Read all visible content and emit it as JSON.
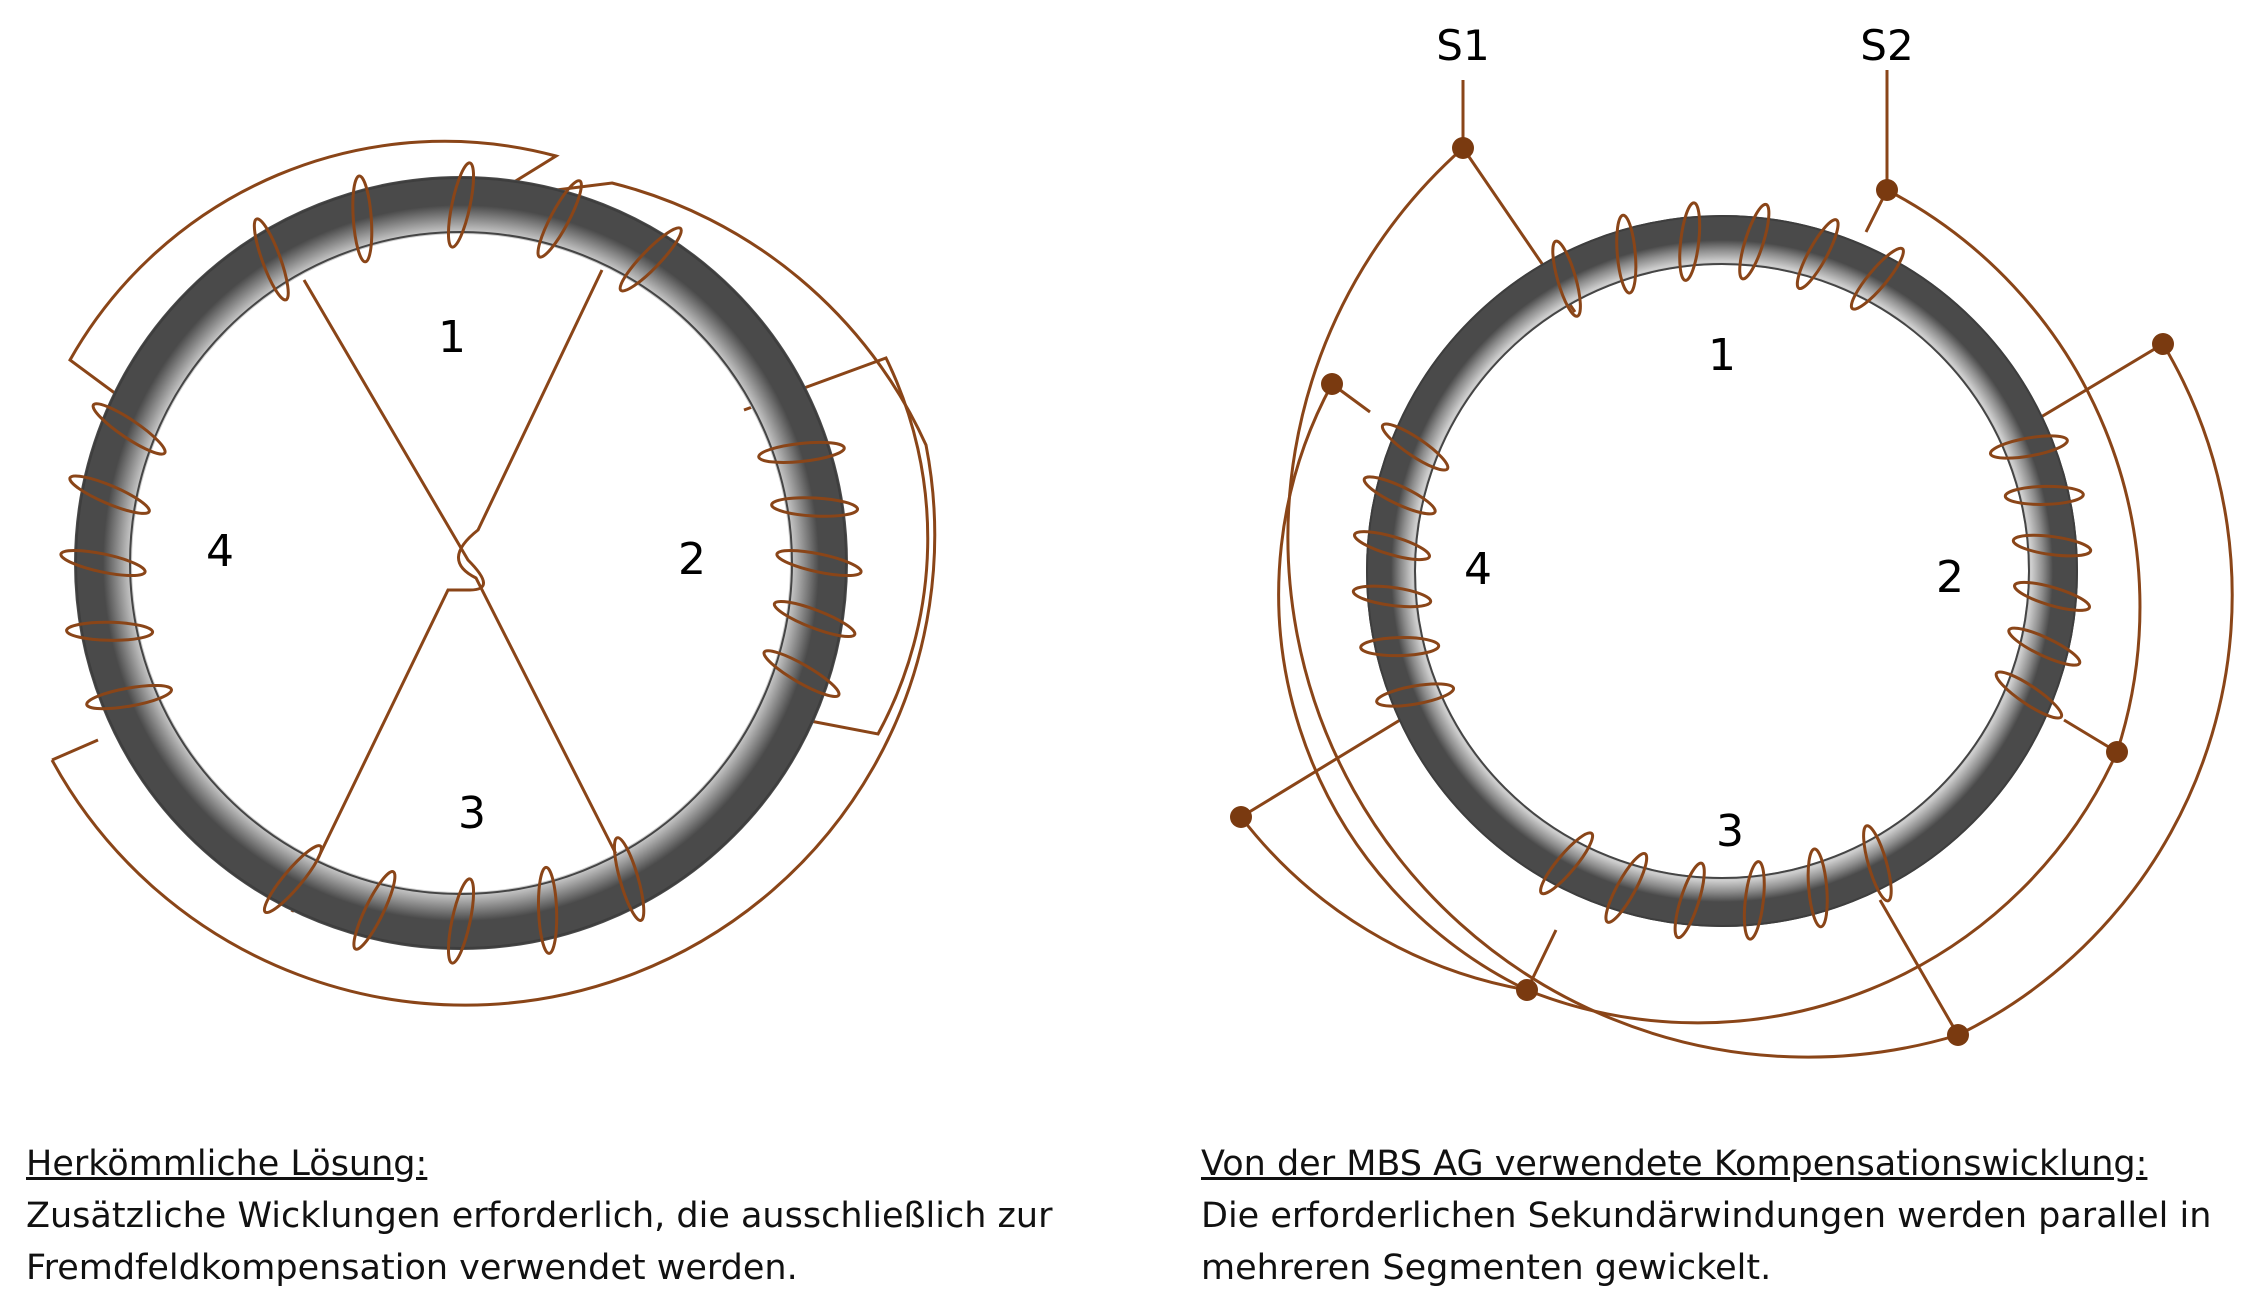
{
  "colors": {
    "wire": "#8a4518",
    "node": "#7a3a10",
    "core_dark": "#5e5e5e",
    "core_light": "#d2d2d2"
  },
  "left": {
    "segments": [
      "1",
      "2",
      "3",
      "4"
    ],
    "caption_title": "Herkömmliche Lösung:",
    "caption_line1": "Zusätzliche Wicklungen erforderlich, die ausschließlich zur",
    "caption_line2": "Fremdfeldkompensation verwendet werden."
  },
  "right": {
    "segments": [
      "1",
      "2",
      "3",
      "4"
    ],
    "terminal_s1": "S1",
    "terminal_s2": "S2",
    "caption_title": "Von der MBS AG verwendete Kompensationswicklung:",
    "caption_line1": "Die erforderlichen Sekundärwindungen werden parallel in",
    "caption_line2": "mehreren Segmenten gewickelt."
  }
}
